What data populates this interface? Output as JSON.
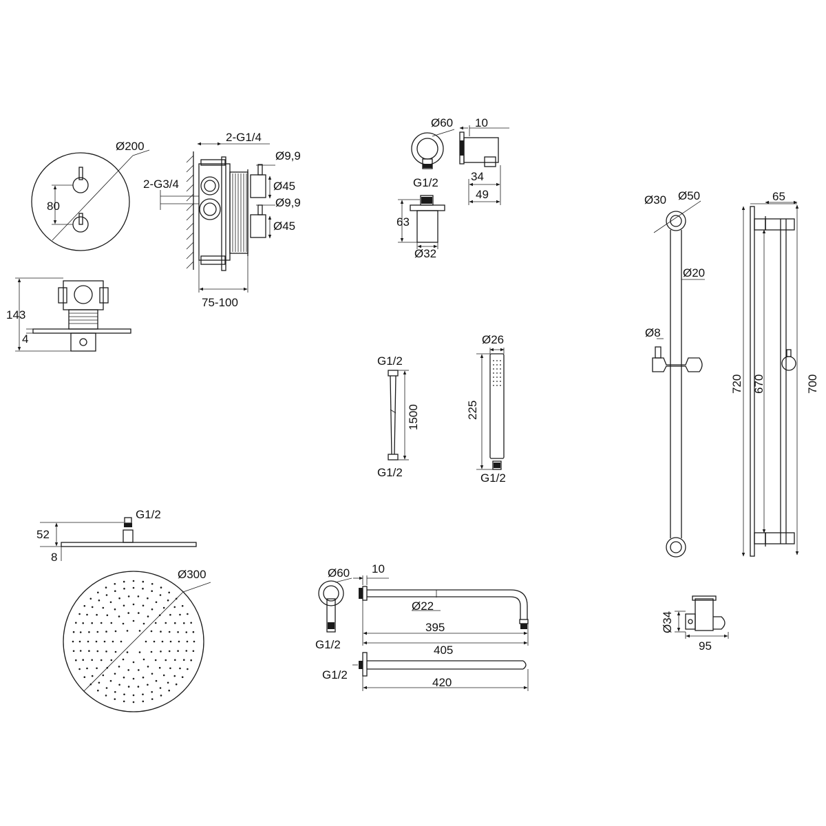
{
  "diagram": {
    "valve": {
      "face_diameter": "Ø200",
      "handle_spacing": "80",
      "depth_total": "143",
      "plate_thickness": "4",
      "outlets": "2-G1/4",
      "inlets": "2-G3/4",
      "stem1": "Ø9,9",
      "rosette1": "Ø45",
      "stem2": "Ø9,9",
      "rosette2": "Ø45",
      "install_depth": "75-100"
    },
    "wall_outlet": {
      "flange": "Ø60",
      "thread": "G1/2",
      "offset": "10",
      "depth_inner": "34",
      "depth_total": "49",
      "height": "63",
      "body": "Ø32"
    },
    "hose": {
      "top_thread": "G1/2",
      "length": "1500",
      "bottom_thread": "G1/2"
    },
    "hand_shower": {
      "diameter": "Ø26",
      "length": "225",
      "thread": "G1/2"
    },
    "rail": {
      "bracket_inner": "Ø30",
      "bracket_outer": "Ø50",
      "tube": "Ø20",
      "pin": "Ø8",
      "projection": "65",
      "total": "720",
      "centers": "670",
      "length": "700",
      "holder_height": "Ø34",
      "holder_width": "95"
    },
    "head_shower": {
      "thread": "G1/2",
      "height": "52",
      "thickness": "8",
      "diameter": "Ø300"
    },
    "shower_arm": {
      "flange": "Ø60",
      "offset": "10",
      "tube": "Ø22",
      "thread": "G1/2",
      "length_inner": "395",
      "length_outer": "405",
      "straight_thread": "G1/2",
      "straight_length": "420"
    }
  }
}
